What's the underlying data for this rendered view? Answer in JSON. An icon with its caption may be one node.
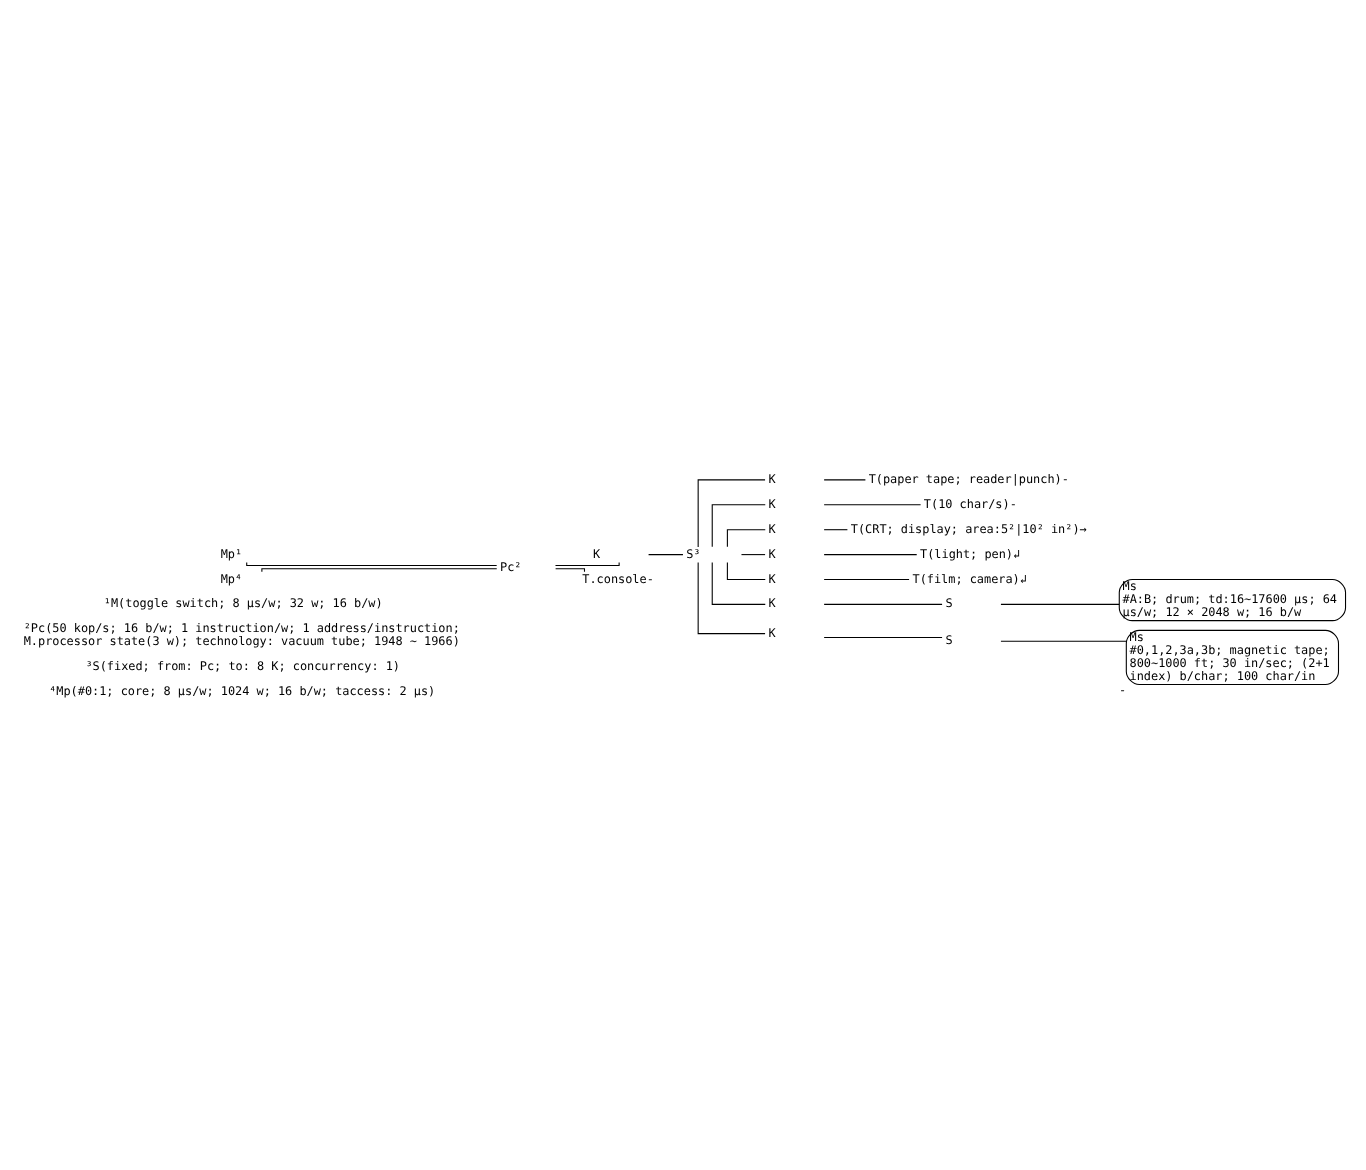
{
  "diagram": {
    "nodes": [
      {
        "text": [
          "Mp¹"
        ]
      },
      {
        "text": [
          "Mp⁴"
        ]
      },
      {
        "text": [
          "Pc²"
        ]
      },
      {
        "text": [
          "K"
        ]
      },
      {
        "text": [
          "S³"
        ]
      },
      {
        "text": [
          "T.console-"
        ]
      },
      {
        "text": [
          "K"
        ]
      },
      {
        "text": [
          "T(paper tape; reader|punch)-"
        ]
      },
      {
        "text": [
          "K"
        ]
      },
      {
        "text": [
          "T(10 char/s)-"
        ]
      },
      {
        "text": [
          "K"
        ]
      },
      {
        "text": [
          "T(CRT; display; area:5²|10² in²)→"
        ]
      },
      {
        "text": [
          "K"
        ]
      },
      {
        "text": [
          "T(light; pen)↲"
        ]
      },
      {
        "text": [
          "K"
        ]
      },
      {
        "text": [
          "T(film; camera)↲"
        ]
      },
      {
        "text": [
          "K"
        ]
      },
      {
        "text": [
          "S"
        ]
      },
      {
        "text": [
          "Ms",
          "#A:B; drum; td:16~17600 µs; 64 µs/w; 12 × 2048 w; 16 b/w"
        ]
      },
      {
        "text": [
          "K"
        ]
      },
      {
        "text": [
          "S"
        ]
      },
      {
        "text": [
          "Ms",
          "#0,1,2,3a,3b; magnetic tape; 800~1000 ft; 30 in/sec; (2+1 index) b/char; 100 char/in"
        ],
        "beside": [
          "-"
        ]
      }
    ],
    "edges": [
      {
        "from": 0,
        "to": 2,
        "arrow": "none"
      },
      {
        "from": 1,
        "to": 2,
        "arrow": "none"
      },
      {
        "from": 2,
        "to": 5,
        "arrow": "none"
      },
      {
        "from": 2,
        "to": 3,
        "arrow": "none"
      },
      {
        "from": 3,
        "to": 4,
        "arrow": "none"
      },
      {
        "from": 4,
        "to": 6,
        "arrow": "none"
      },
      {
        "from": 6,
        "to": 7,
        "arrow": "none"
      },
      {
        "from": 4,
        "to": 8,
        "arrow": "none"
      },
      {
        "from": 8,
        "to": 9,
        "arrow": "none"
      },
      {
        "from": 4,
        "to": 10,
        "arrow": "none"
      },
      {
        "from": 10,
        "to": 11,
        "arrow": "none"
      },
      {
        "from": 4,
        "to": 12,
        "arrow": "none"
      },
      {
        "from": 12,
        "to": 13,
        "arrow": "none"
      },
      {
        "from": 4,
        "to": 14,
        "arrow": "none"
      },
      {
        "from": 14,
        "to": 15,
        "arrow": "none"
      },
      {
        "from": 4,
        "to": 16,
        "arrow": "none"
      },
      {
        "from": 16,
        "to": 17,
        "arrow": "none"
      },
      {
        "from": 17,
        "to": 18,
        "arrow": "none"
      },
      {
        "from": 4,
        "to": 19,
        "arrow": "none"
      },
      {
        "from": 19,
        "to": 20,
        "arrow": "none"
      },
      {
        "from": 20,
        "to": 21,
        "arrow": "none"
      }
    ],
    "labels": [
      "¹M(toggle switch; 8 µs/w; 32 w; 16 b/w)",
      "²Pc(50 kop/s; 16 b/w; 1 instruction/w; 1 address/instruction; M.processor state(3 w); technology: vacuum tube; 1948 ~ 1966)",
      "³S(fixed; from: Pc; to: 8 K; concurrency: 1)",
      "⁴Mp(#0:1; core; 8 µs/w; 1024 w; 16 b/w; taccess: 2 µs)"
    ]
  }
}
